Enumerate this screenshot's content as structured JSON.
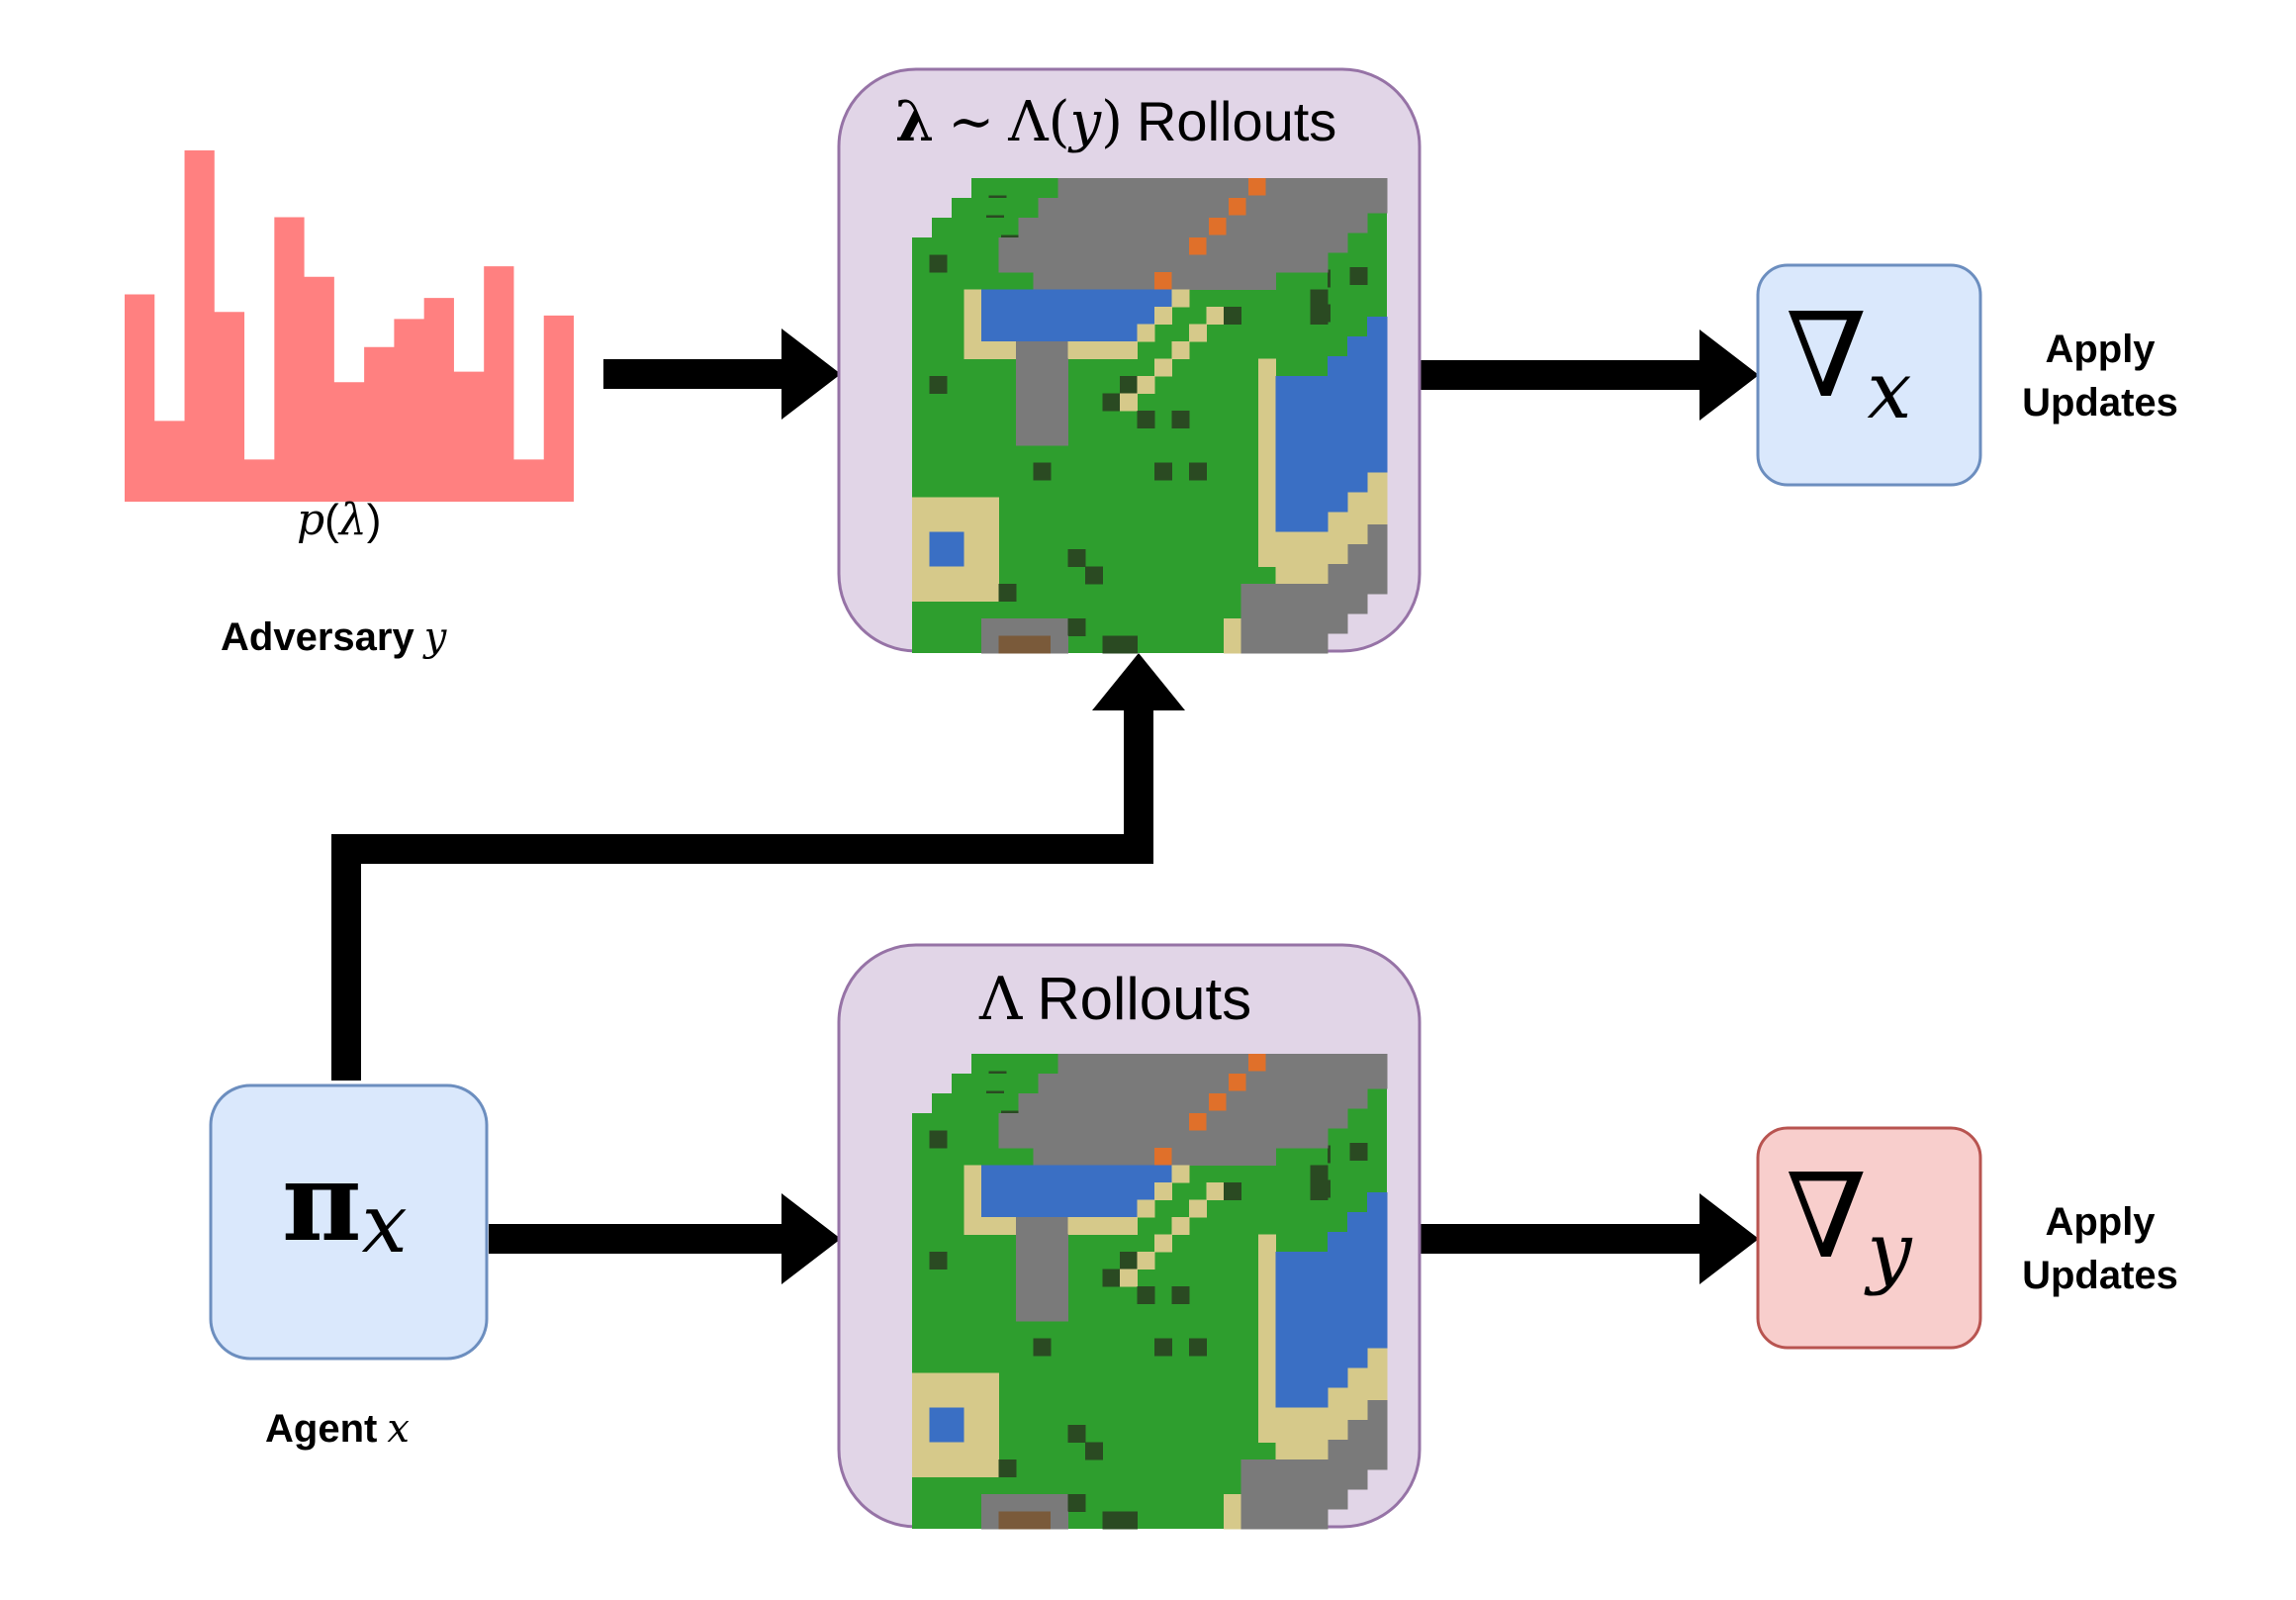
{
  "adversary": {
    "histogram_heights": [
      0.59,
      0.23,
      1.0,
      0.54,
      0.12,
      0.81,
      0.64,
      0.34,
      0.44,
      0.52,
      0.58,
      0.37,
      0.67,
      0.12,
      0.53
    ],
    "histogram_color": "#ff8080",
    "axis_label_p": "p",
    "axis_label_open": "(",
    "axis_label_var": "λ",
    "axis_label_close": ")",
    "label_text": "Adversary",
    "label_var": "y"
  },
  "top_rollouts": {
    "title_bold_lambda": "λ",
    "title_tilde": "∼",
    "title_Lambda": "Λ(",
    "title_var": "y",
    "title_close": ")",
    "title_text": "Rollouts",
    "fill": "#e1d5e7",
    "stroke": "#9673a6"
  },
  "bottom_rollouts": {
    "title_Lambda": "Λ",
    "title_text": "Rollouts",
    "fill": "#e1d5e7",
    "stroke": "#9673a6"
  },
  "grad_x": {
    "nabla": "∇",
    "sub": "x",
    "fill": "#dae8fc",
    "stroke": "#6c8ebf",
    "apply_line1": "Apply",
    "apply_line2": "Updates"
  },
  "grad_y": {
    "nabla": "∇",
    "sub": "y",
    "fill": "#f8cecc",
    "stroke": "#b85450",
    "apply_line1": "Apply",
    "apply_line2": "Updates"
  },
  "agent": {
    "pi": "π",
    "sub": "x",
    "fill": "#dae8fc",
    "stroke": "#6c8ebf",
    "label_text": "Agent",
    "label_var": "x"
  },
  "map_palette": {
    "grass": "#2e9e2e",
    "grass_dark": "#1f8a1f",
    "water": "#3a6fc4",
    "sand": "#d6c98a",
    "stone": "#7a7a7a",
    "tree": "#2a4a22",
    "lava": "#e0702a",
    "dirt": "#7a5a3a"
  }
}
